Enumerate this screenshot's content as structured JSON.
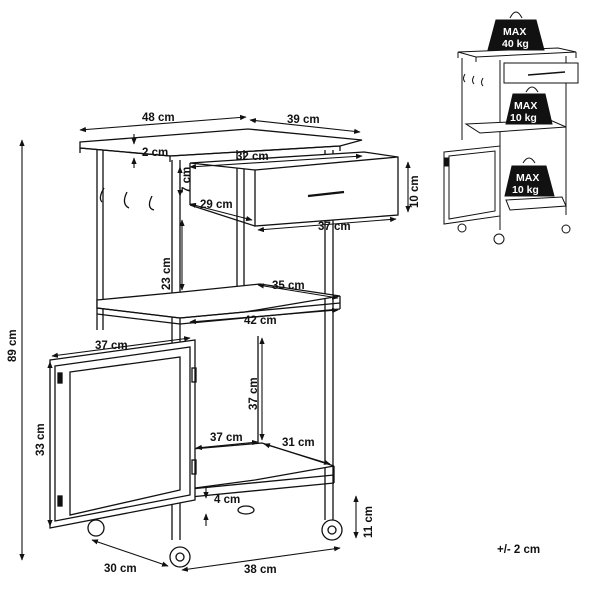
{
  "dimensions": {
    "top_depth": "48 cm",
    "top_width": "39 cm",
    "top_thickness": "2 cm",
    "drawer_depth": "32 cm",
    "drawer_height_side": "7 cm",
    "drawer_front_height": "10 cm",
    "drawer_inner_depth": "29 cm",
    "drawer_width": "37 cm",
    "upper_gap": "23 cm",
    "shelf_width": "35 cm",
    "shelf_depth": "42 cm",
    "total_height": "89 cm",
    "door_width": "37 cm",
    "door_height": "33 cm",
    "cabinet_height": "37 cm",
    "bottom_depth": "37 cm",
    "bottom_width": "31 cm",
    "bottom_offset": "4 cm",
    "wheel_height": "11 cm",
    "base_depth": "30 cm",
    "base_width": "38 cm"
  },
  "tolerance": "+/- 2 cm",
  "load_limits": [
    {
      "label": "MAX",
      "value": "40 kg"
    },
    {
      "label": "MAX",
      "value": "10 kg"
    },
    {
      "label": "MAX",
      "value": "10 kg"
    }
  ]
}
